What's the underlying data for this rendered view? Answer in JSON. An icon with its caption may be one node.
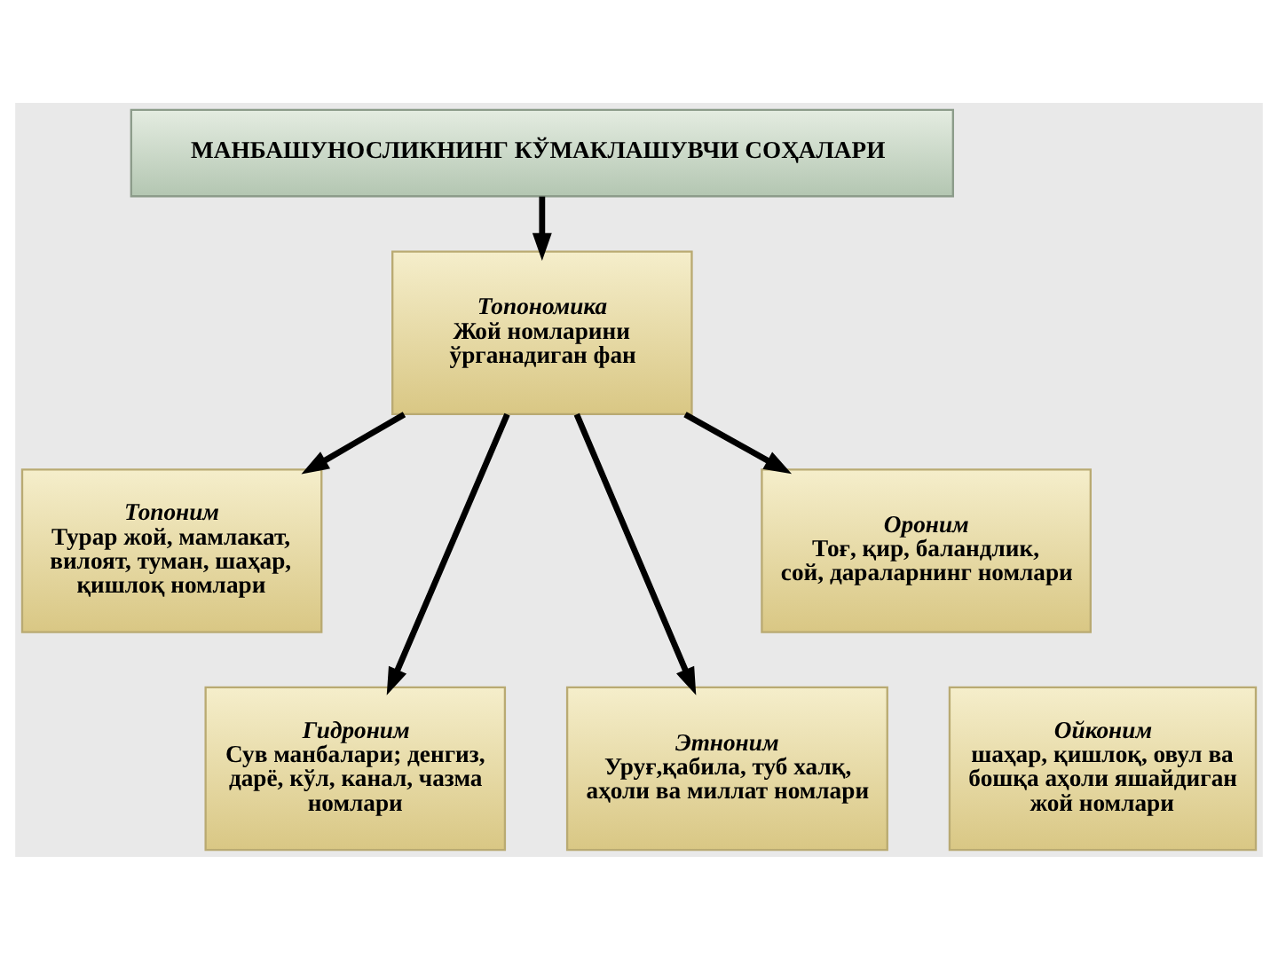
{
  "diagram": {
    "nodes": [
      {
        "text": [
          "МАНБАШУНОСЛИКНИНГ КЎМАКЛАШУВЧИ СОҲАЛАРИ"
        ]
      },
      {
        "text": [
          "Топоним",
          "Турар жой, мамлакат, вилоят, туман, шаҳар, қишлоқ номлари"
        ]
      },
      {
        "text": [
          "Топономика",
          "Жой номларини ўрганадиган фан"
        ]
      },
      {
        "text": [
          "Ороним",
          "Тоғ, қир, баландлик, сой, дараларнинг номлари"
        ]
      },
      {
        "text": [
          "Гидроним",
          "Сув манбалари; денгиз, дарё, кўл, канал, чазма номлари"
        ]
      },
      {
        "text": [
          "Ойконим",
          "шаҳар, қишлоқ, овул ва бошқа аҳоли яшайдиган жой номлари"
        ]
      },
      {
        "text": [
          "Этноним",
          "Уруғ,қабила, туб халқ, аҳоли ва миллат номлари"
        ]
      }
    ],
    "edges": [
      {
        "from": 0,
        "to": 2,
        "arrow": "to"
      },
      {
        "from": 2,
        "to": 1,
        "arrow": "to"
      },
      {
        "from": 2,
        "to": 4,
        "arrow": "to"
      },
      {
        "from": 2,
        "to": 6,
        "arrow": "to"
      },
      {
        "from": 2,
        "to": 3,
        "arrow": "to"
      }
    ]
  }
}
